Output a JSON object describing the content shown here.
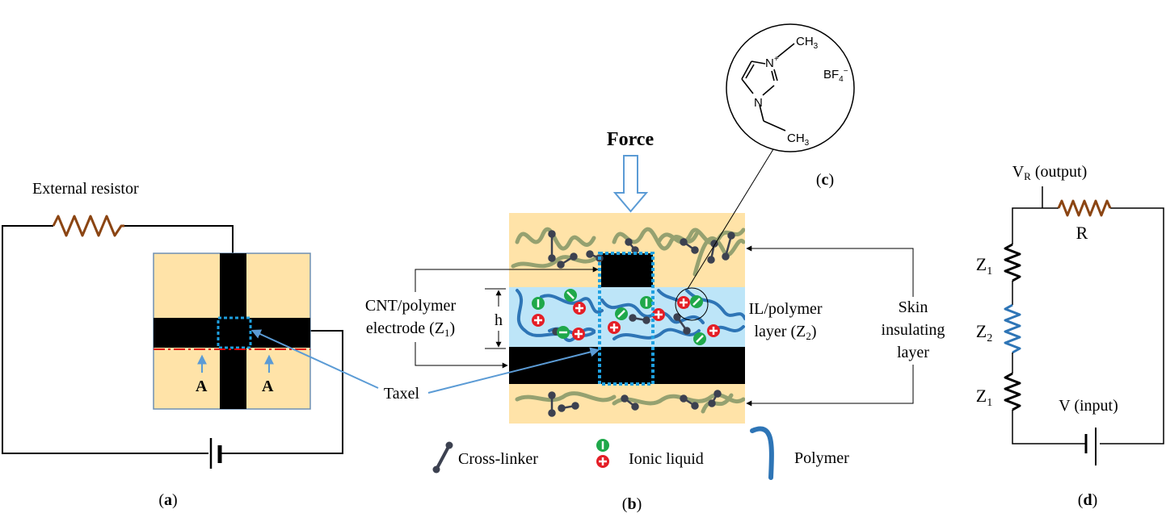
{
  "panel_a": {
    "caption_open": "(",
    "caption_letter": "a",
    "caption_close": ")",
    "resistor_label": "External resistor",
    "section_mark_left": "A",
    "section_mark_right": "A"
  },
  "panel_b": {
    "caption_open": "(",
    "caption_letter": "b",
    "caption_close": ")",
    "force_label": "Force",
    "height_label": "h",
    "electrode_label_line1": "CNT/polymer",
    "electrode_label_line2_pre": "electrode (Z",
    "electrode_label_sub": "1",
    "electrode_label_line2_post": ")",
    "il_label_line1": "IL/polymer",
    "il_label_line2_pre": "layer (Z",
    "il_label_sub": "2",
    "il_label_line2_post": ")",
    "skin_label_line1": "Skin",
    "skin_label_line2": "insulating",
    "skin_label_line3": "layer",
    "taxel_label": "Taxel",
    "legend_crosslinker": "Cross-linker",
    "legend_ionic": "Ionic liquid",
    "legend_polymer": "Polymer"
  },
  "panel_c": {
    "caption_open": "(",
    "caption_letter": "c",
    "caption_close": ")",
    "ch3_top": "CH",
    "ch3_top_sub": "3",
    "n_plus": "N",
    "n_plus_sup": "+",
    "n_lower": "N",
    "ch3_bottom": "CH",
    "ch3_bottom_sub": "3",
    "anion": "BF",
    "anion_sub": "4",
    "anion_sup": "−"
  },
  "panel_d": {
    "caption_open": "(",
    "caption_letter": "d",
    "caption_close": ")",
    "vr_label": "V",
    "vr_sub": "R",
    "vr_suffix": " (output)",
    "r_label": "R",
    "z1_top": "Z",
    "z1_top_sub": "1",
    "z2": "Z",
    "z2_sub": "2",
    "z1_bottom": "Z",
    "z1_bottom_sub": "1",
    "v_input": "V (input)"
  },
  "colors": {
    "skin": "#FFE3A8",
    "il_layer": "#BDE5F8",
    "electrode": "#000000",
    "resistor": "#8B4513",
    "z2_resistor": "#2E75B6",
    "taxel_outline": "#1EA0E0",
    "arrow_blue": "#5B9BD5",
    "section_line": "#E00000",
    "anion_green": "#1FA84A",
    "cation_red": "#E41E26",
    "polymer_blue": "#2E75B6",
    "polymer_olive": "#8A9A6A",
    "crosslinker": "#3C4150"
  }
}
